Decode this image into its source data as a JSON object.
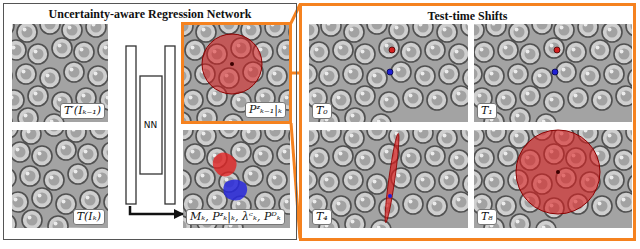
{
  "diagram": {
    "nodes": [
      {
        "text": [
          "Uncertainty-aware Regression Network"
        ]
      },
      {
        "text": [
          "T′(Iₖ₋₁)"
        ],
        "in": 0
      },
      {
        "text": [
          "T(Iₖ)"
        ],
        "in": 0
      },
      {
        "text": [
          "NN"
        ],
        "in": 0
      },
      {
        "text": [
          "Pᶻₖ₋₁|ₖ"
        ],
        "in": 0
      },
      {
        "text": [
          "Mₖ, Pᶻₖ|ₖ, λᶜₖ, Pᴰₖ"
        ],
        "in": 0
      },
      {
        "text": [
          "Test-time Shifts"
        ]
      },
      {
        "text": [
          "T₀"
        ],
        "in": 6
      },
      {
        "text": [
          "T₁"
        ],
        "in": 6
      },
      {
        "text": [
          "T₄"
        ],
        "in": 6
      },
      {
        "text": [
          "T₈"
        ],
        "in": 6
      }
    ],
    "edges": [
      {
        "from": 3,
        "to": 5,
        "arrow": "to"
      },
      {
        "from": 4,
        "to": 6,
        "arrow": "none"
      }
    ]
  }
}
